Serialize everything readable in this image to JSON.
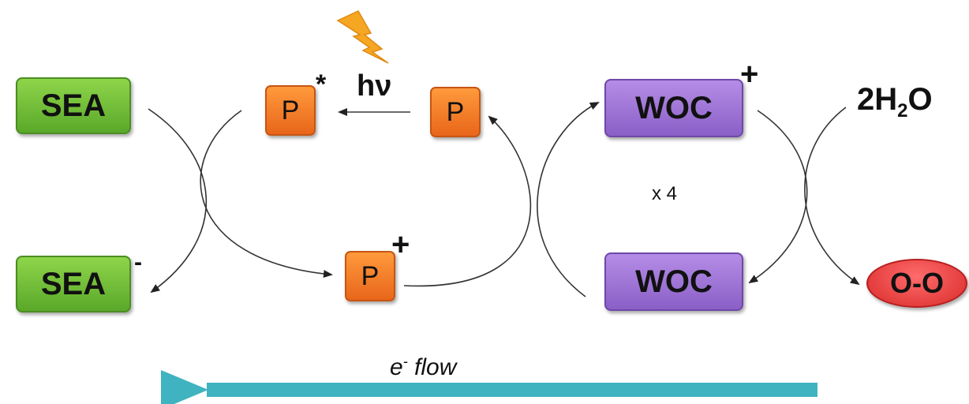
{
  "nodes": {
    "sea_top": "SEA",
    "sea_bottom": "SEA",
    "sea_bottom_charge": "-",
    "p_excited": "P",
    "p_excited_mark": "*",
    "p_ground": "P",
    "p_oxidized": "P",
    "p_oxidized_charge": "+",
    "woc_top": "WOC",
    "woc_top_charge": "+",
    "woc_bottom": "WOC",
    "oxygen": "O-O"
  },
  "labels": {
    "hv": "hν",
    "water_prefix": "2H",
    "water_sub": "2",
    "water_suffix": "O",
    "multiplier": "x 4",
    "flow_e": "e",
    "flow_charge": "-",
    "flow_text": " flow"
  },
  "colors": {
    "sea": "#6cbf36",
    "p": "#f47b20",
    "woc": "#9b6fd6",
    "oxygen": "#e33a3a",
    "flow_arrow": "#3fb3bf",
    "lightning": "#f5a623"
  }
}
